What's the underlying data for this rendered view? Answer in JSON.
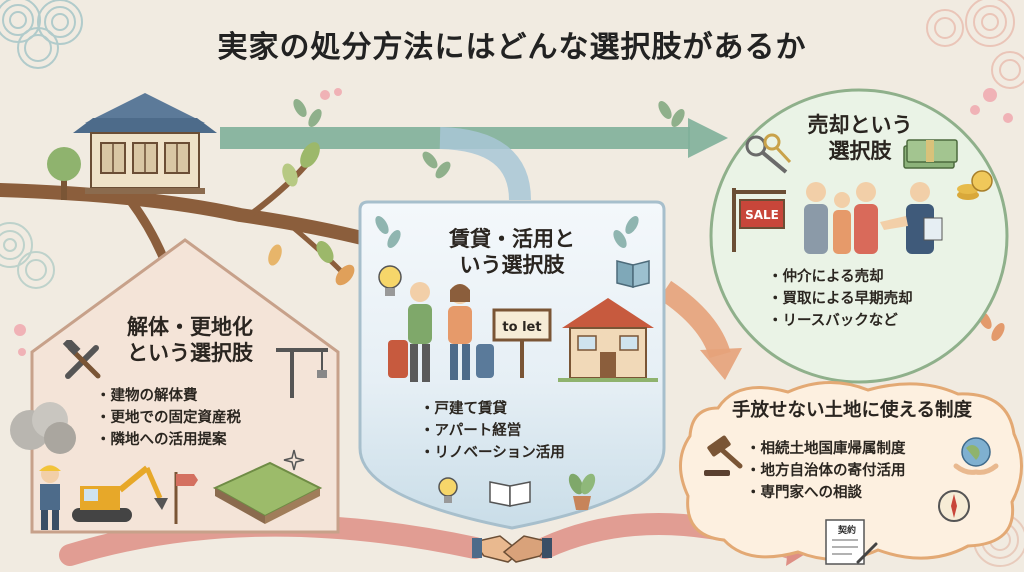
{
  "title": "実家の処分方法にはどんな選択肢があるか",
  "panels": {
    "demolition": {
      "title_line1": "解体・更地化",
      "title_line2": "という選択肢",
      "items": [
        "建物の解体費",
        "更地での固定資産税",
        "隣地への活用提案"
      ]
    },
    "rental": {
      "title_line1": "賃貸・活用と",
      "title_line2": "いう選択肢",
      "sign": "to let",
      "items": [
        "戸建て賃貸",
        "アパート経営",
        "リノベーション活用"
      ]
    },
    "sale": {
      "title_line1": "売却という",
      "title_line2": "選択肢",
      "sign": "SALE",
      "items": [
        "仲介による売却",
        "買取による早期売却",
        "リースバックなど"
      ]
    },
    "unwanted_land": {
      "title": "手放せない土地に使える制度",
      "items": [
        "相続土地国庫帰属制度",
        "地方自治体の寄付活用",
        "専門家への相談"
      ],
      "contract_label": "契約"
    }
  },
  "colors": {
    "background": "#f1ebe1",
    "green_arrow": "#7fb09a",
    "orange_arrow": "#e5a27a",
    "pink_arrow": "#de8f85",
    "demolition_panel": "#f4e4d8",
    "rental_panel": "#e6eff5",
    "sale_panel": "#eaf3e6",
    "unwanted_panel": "#fdf0e0"
  },
  "icons": [
    "traditional-house-icon",
    "tree-icon",
    "branch-icon",
    "wrench-hammer-icon",
    "crane-icon",
    "excavator-icon",
    "worker-icon",
    "dust-cloud-icon",
    "signpost-icon",
    "grass-plot-icon",
    "lightbulb-icon",
    "couple-with-suitcases-icon",
    "to-let-sign-icon",
    "rental-house-icon",
    "open-book-icon",
    "potted-plant-icon",
    "handshake-icon",
    "keys-icon",
    "money-stack-icon",
    "coins-icon",
    "sale-sign-icon",
    "family-icon",
    "agent-icon",
    "gavel-icon",
    "globe-hands-icon",
    "compass-icon",
    "contract-icon",
    "sparkle-icon"
  ]
}
